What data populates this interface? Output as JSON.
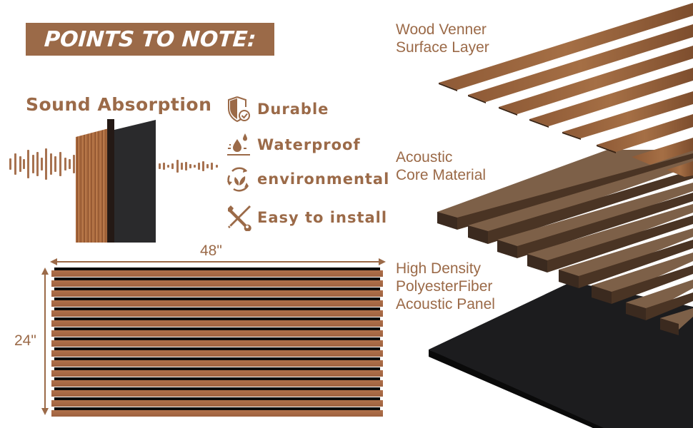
{
  "header": {
    "title": "POINTS TO NOTE:"
  },
  "sound_section": {
    "title": "Sound Absorption"
  },
  "features": [
    {
      "icon": "shield-check-icon",
      "label": "Durable"
    },
    {
      "icon": "water-drop-icon",
      "label": "Waterproof"
    },
    {
      "icon": "eco-leaf-cycle-icon",
      "label": "environmental"
    },
    {
      "icon": "wrench-screwdriver-icon",
      "label": "Easy to install"
    }
  ],
  "dimensions": {
    "width": "48\"",
    "height": "24\"",
    "slat_count": 15
  },
  "layers": [
    {
      "line1": "Wood Venner",
      "line2": "Surface Layer"
    },
    {
      "line1": "Acoustic",
      "line2": "Core Material"
    },
    {
      "line1": "High Density",
      "line2": "PolyesterFiber",
      "line3": "Acoustic Panel"
    }
  ],
  "colors": {
    "brand_brown": "#9b6a48",
    "wood_veneer": "#a86e44",
    "core_material": "#7a5a42",
    "felt_black": "#1c1c1e"
  }
}
